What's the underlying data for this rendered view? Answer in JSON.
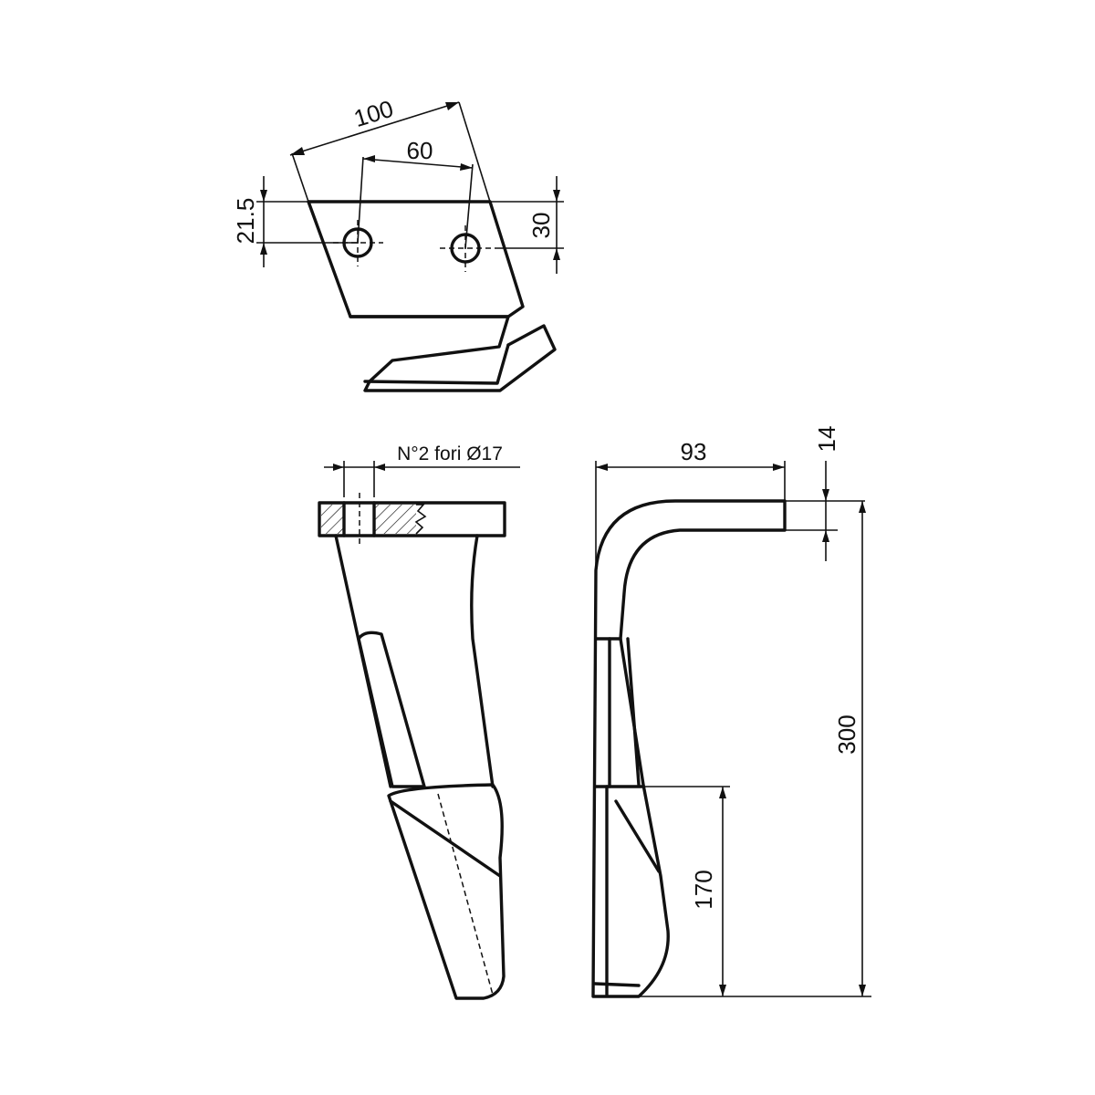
{
  "drawing": {
    "top_view": {
      "dim_width": "100",
      "dim_hole_spacing": "60",
      "dim_hole_offset": "21.5",
      "dim_depth": "30"
    },
    "front_view": {
      "holes_note": "N°2 fori Ø17"
    },
    "side_view": {
      "dim_width": "93",
      "dim_thickness": "14",
      "dim_total_height": "300",
      "dim_blade_height": "170"
    }
  }
}
